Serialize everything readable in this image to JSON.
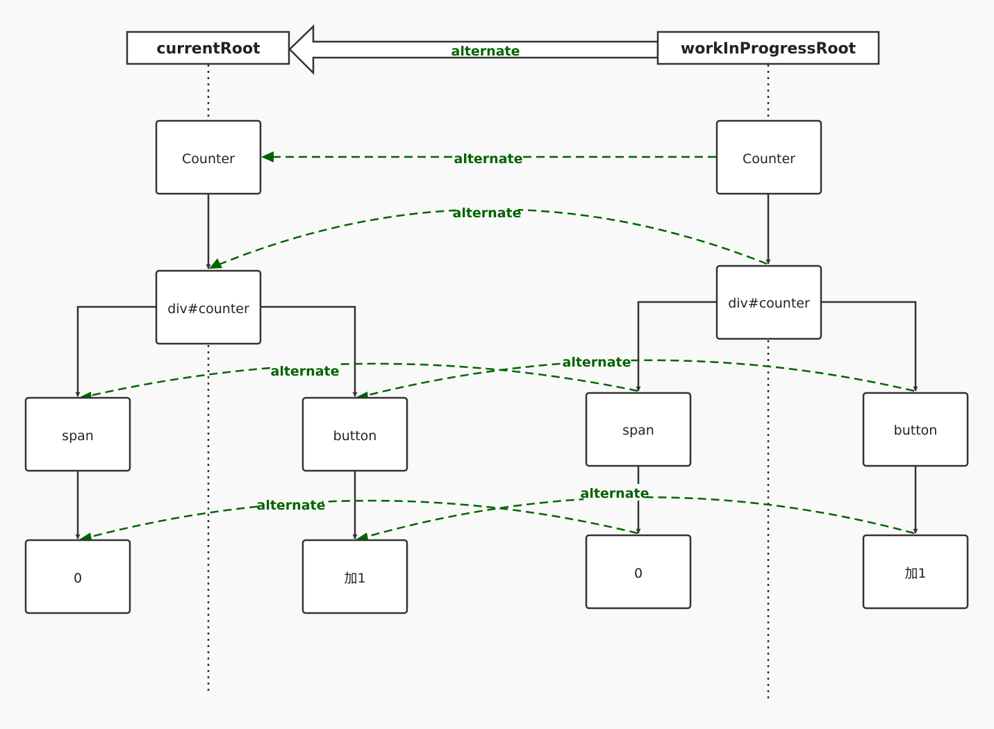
{
  "colors": {
    "alternate": "#006400",
    "line": "#333333",
    "background": "#f9f9f9"
  },
  "roots": {
    "current": "currentRoot",
    "work_in_progress": "workInProgressRoot"
  },
  "current_tree": {
    "counter": "Counter",
    "div": "div#counter",
    "span": "span",
    "button": "button",
    "span_text": "0",
    "button_text": "加1"
  },
  "wip_tree": {
    "counter": "Counter",
    "div": "div#counter",
    "span": "span",
    "button": "button",
    "span_text": "0",
    "button_text": "加1"
  },
  "edge_labels": {
    "roots": "alternate",
    "counter": "alternate",
    "div": "alternate",
    "span": "alternate",
    "button": "alternate",
    "span_text": "alternate",
    "button_text": "alternate"
  }
}
